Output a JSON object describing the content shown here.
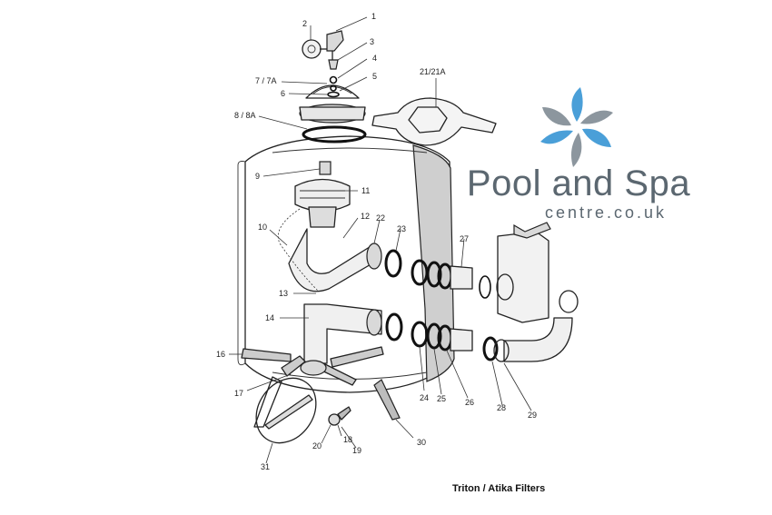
{
  "caption": "Triton / Atika Filters",
  "brand": {
    "name": "Pool and Spa",
    "subtitle": "centre.co.uk",
    "colors": {
      "text": "#5b6770",
      "petal_blue": "#4a9fd8",
      "petal_grey": "#8c969e"
    },
    "logo": "water-drop-swirl-logo"
  },
  "callouts": [
    "1",
    "2",
    "3",
    "4",
    "7 / 7A",
    "5",
    "6",
    "21/21A",
    "8 / 8A",
    "9",
    "11",
    "12",
    "22",
    "23",
    "10",
    "27",
    "13",
    "14",
    "16",
    "17",
    "24",
    "25",
    "26",
    "28",
    "29",
    "30",
    "18",
    "20",
    "19",
    "31"
  ]
}
